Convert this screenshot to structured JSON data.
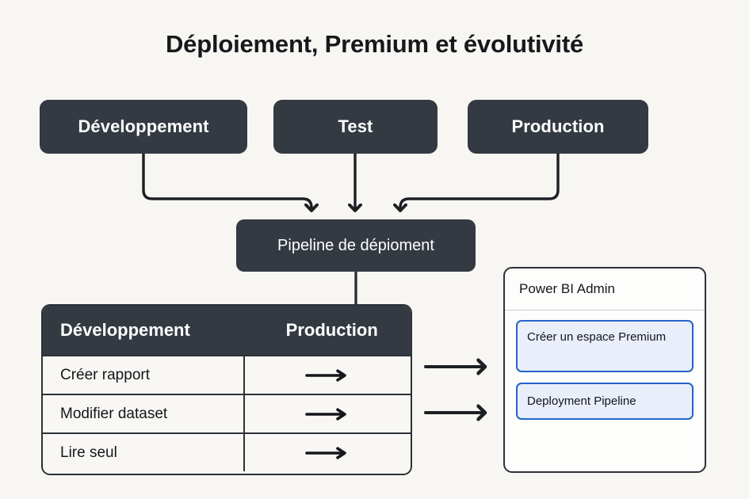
{
  "title": "Déploiement, Premium et évolutivité",
  "stages": [
    {
      "id": "dev",
      "label": "Développement"
    },
    {
      "id": "test",
      "label": "Test"
    },
    {
      "id": "prod",
      "label": "Production"
    }
  ],
  "pipeline": {
    "label": "Pipeline de dépioment"
  },
  "matrix": {
    "columns": [
      "Développement",
      "Production"
    ],
    "rows": [
      {
        "action": "Créer rapport",
        "production": "arrow-right-icon"
      },
      {
        "action": "Modifier dataset",
        "production": "arrow-right-icon"
      },
      {
        "action": "Lire seul",
        "production": "arrow-right-icon"
      }
    ]
  },
  "admin_panel": {
    "title": "Power BI Admin",
    "cards": [
      {
        "label": "Créer un espace Premium"
      },
      {
        "label": "Deployment Pipeline"
      }
    ]
  },
  "connectors": {
    "stage_to_pipeline": "elbow-arrow",
    "pipeline_to_matrix": "plain-line",
    "matrix_to_panel": [
      "arrow-right-icon",
      "arrow-right-icon"
    ]
  },
  "colors": {
    "background": "#f7f6f2",
    "box_dark": "#343a42",
    "text_dark": "#14161a",
    "text_light": "#ffffff",
    "accent_blue": "#2563c9",
    "card_fill": "#e9eefa",
    "stroke": "#2c3138"
  }
}
